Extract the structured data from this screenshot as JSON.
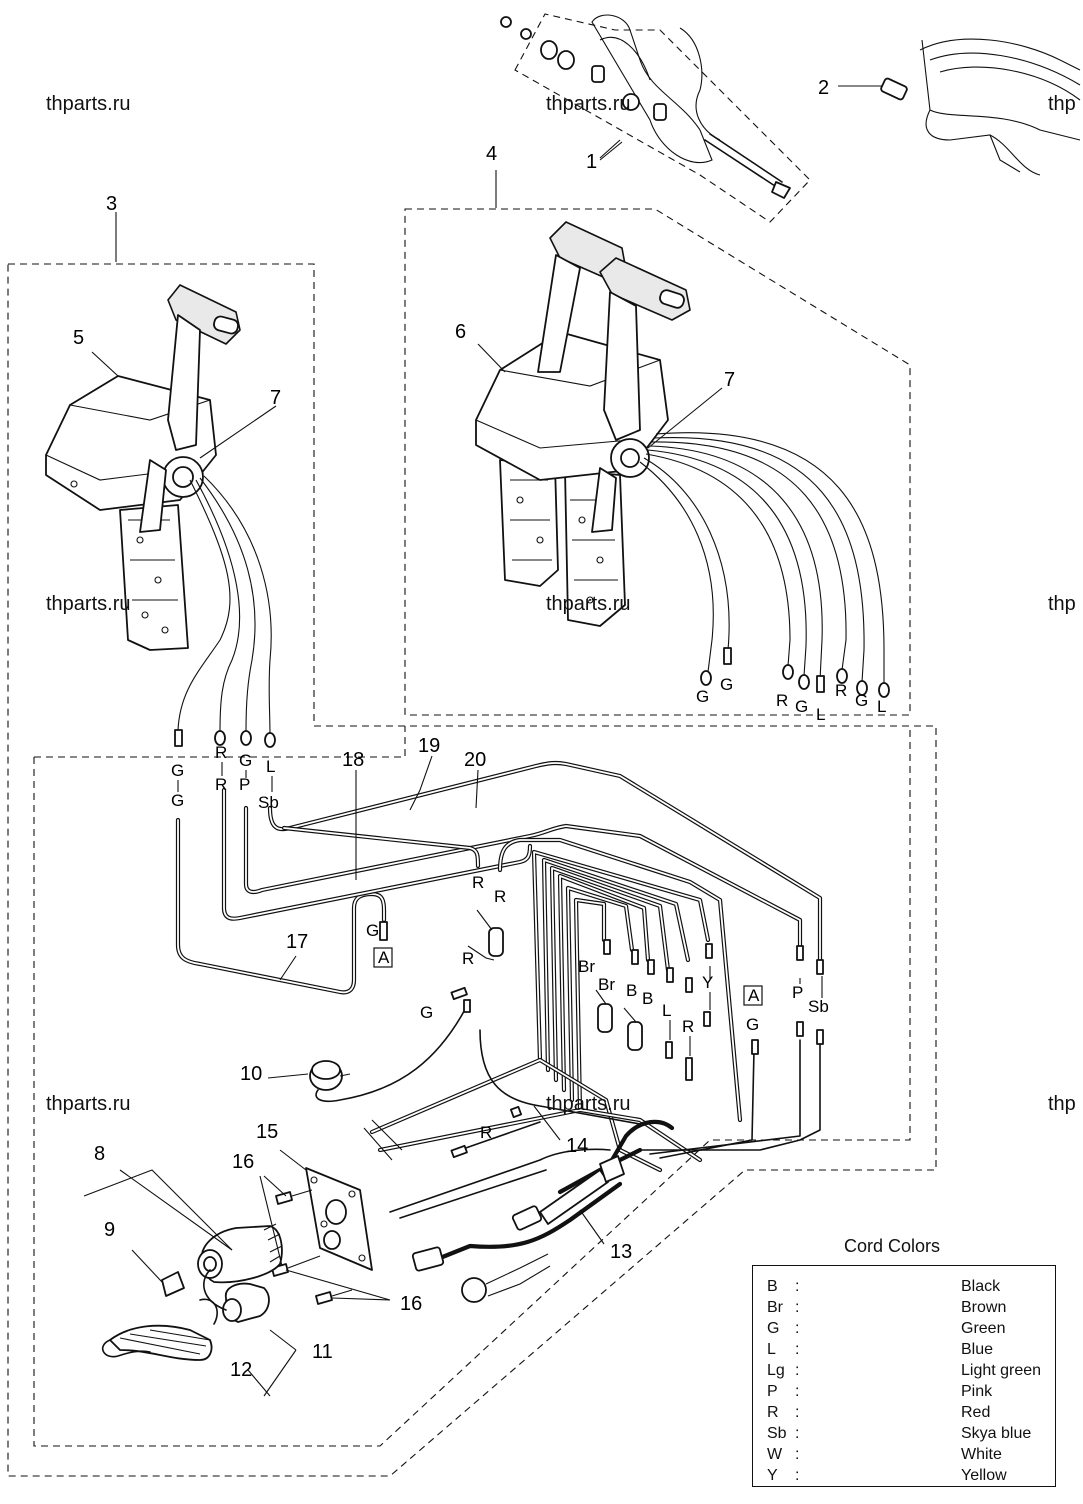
{
  "watermark": "thparts.ru",
  "watermark_partial": "thp",
  "callouts": {
    "n1": "1",
    "n2": "2",
    "n3": "3",
    "n4": "4",
    "n5": "5",
    "n6": "6",
    "n7": "7",
    "n8": "8",
    "n9": "9",
    "n10": "10",
    "n11": "11",
    "n12": "12",
    "n13": "13",
    "n14": "14",
    "n15": "15",
    "n16": "16",
    "n17": "17",
    "n18": "18",
    "n19": "19",
    "n20": "20"
  },
  "marker": "A",
  "wire_codes": {
    "B": "B",
    "Br": "Br",
    "G": "G",
    "L": "L",
    "P": "P",
    "R": "R",
    "Sb": "Sb",
    "Y": "Y"
  },
  "legend": {
    "title": "Cord Colors",
    "colon": ":",
    "rows": [
      {
        "code": "B",
        "name": "Black"
      },
      {
        "code": "Br",
        "name": "Brown"
      },
      {
        "code": "G",
        "name": "Green"
      },
      {
        "code": "L",
        "name": "Blue"
      },
      {
        "code": "Lg",
        "name": "Light green"
      },
      {
        "code": "P",
        "name": "Pink"
      },
      {
        "code": "R",
        "name": "Red"
      },
      {
        "code": "Sb",
        "name": "Skya blue"
      },
      {
        "code": "W",
        "name": "White"
      },
      {
        "code": "Y",
        "name": "Yellow"
      }
    ]
  }
}
